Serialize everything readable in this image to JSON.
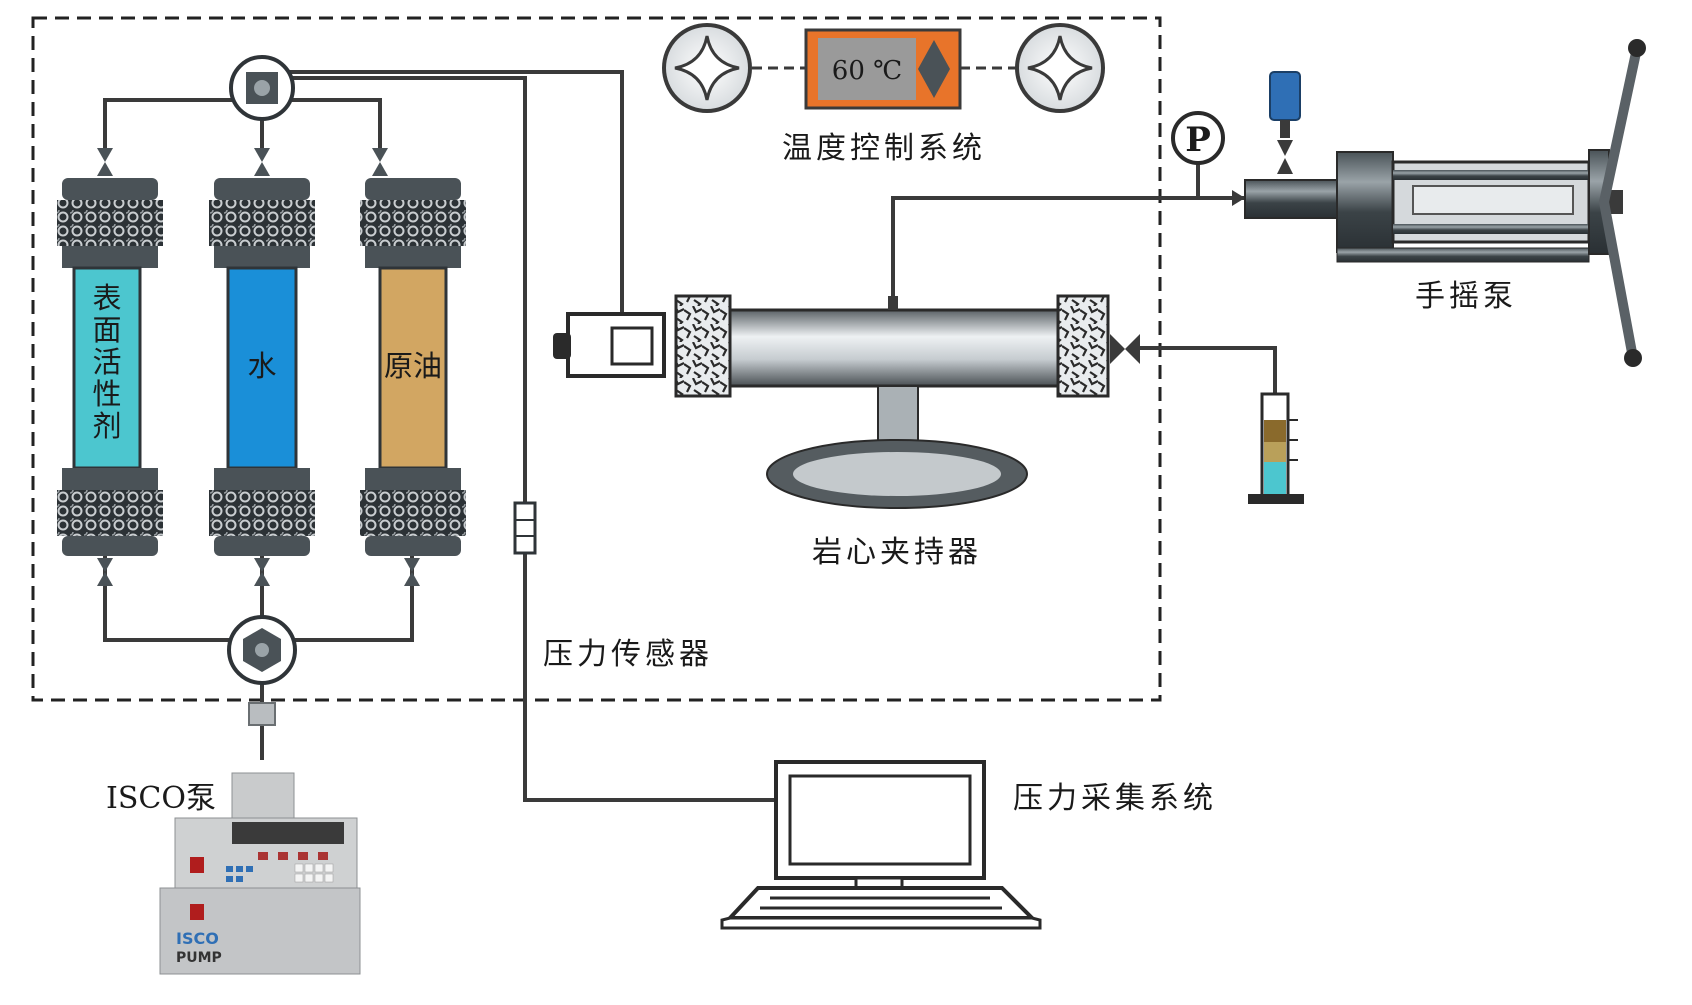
{
  "labels": {
    "temp_control": "温度控制系统",
    "temp_value": "60 ℃",
    "hand_pump": "手摇泵",
    "core_holder": "岩心夹持器",
    "pressure_sensor": "压力传感器",
    "pressure_acq": "压力采集系统",
    "isco_pump": "ISCO泵",
    "gauge_letter": "P",
    "pump_brand": "ISCO",
    "pump_word": "PUMP"
  },
  "columns": [
    {
      "label_chars": [
        "表",
        "面",
        "活",
        "性",
        "剂"
      ],
      "color": "#4cc6cf"
    },
    {
      "label_chars": [
        "水"
      ],
      "color": "#1a8fd8"
    },
    {
      "label_chars": [
        "原",
        "油"
      ],
      "color": "#d2a662"
    }
  ],
  "colors": {
    "pipe": "#3a3a3a",
    "heater_orange": "#e8742a",
    "display_grey": "#9a9a9a",
    "pump_blue": "#2f6fb5",
    "cap_dark": "#3d4448"
  }
}
